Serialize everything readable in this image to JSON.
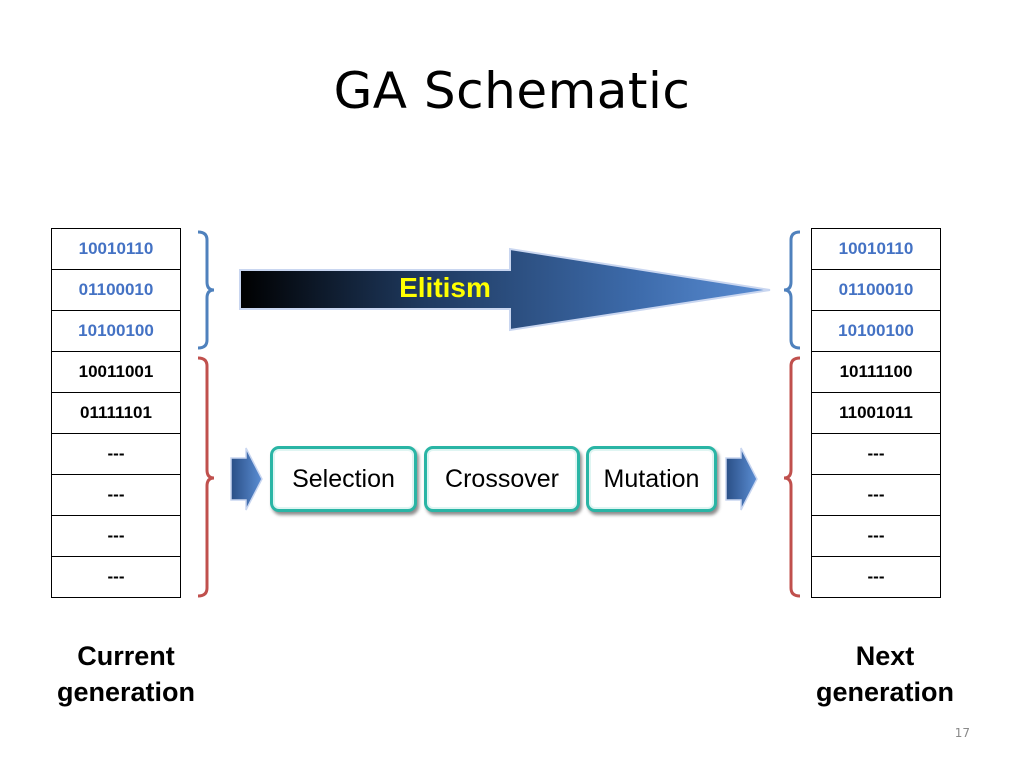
{
  "title": "GA Schematic",
  "current_generation": {
    "label_line1": "Current",
    "label_line2": "generation",
    "rows": [
      "10010110",
      "01100010",
      "10100100",
      "10011001",
      "01111101",
      "---",
      "---",
      "---",
      "---"
    ]
  },
  "next_generation": {
    "label_line1": "Next",
    "label_line2": "generation",
    "rows": [
      "10010110",
      "01100010",
      "10100100",
      "10111100",
      "11001011",
      "---",
      "---",
      "---",
      "---"
    ]
  },
  "elitism": {
    "label": "Elitism"
  },
  "operators": {
    "selection": "Selection",
    "crossover": "Crossover",
    "mutation": "Mutation"
  },
  "colors": {
    "elite_text": "#4472c4",
    "elite_bracket": "#4f81bd",
    "rest_bracket": "#c0504d",
    "operator_border": "#2ab5a5",
    "elitism_text": "#ffff00"
  },
  "page_number": "17"
}
